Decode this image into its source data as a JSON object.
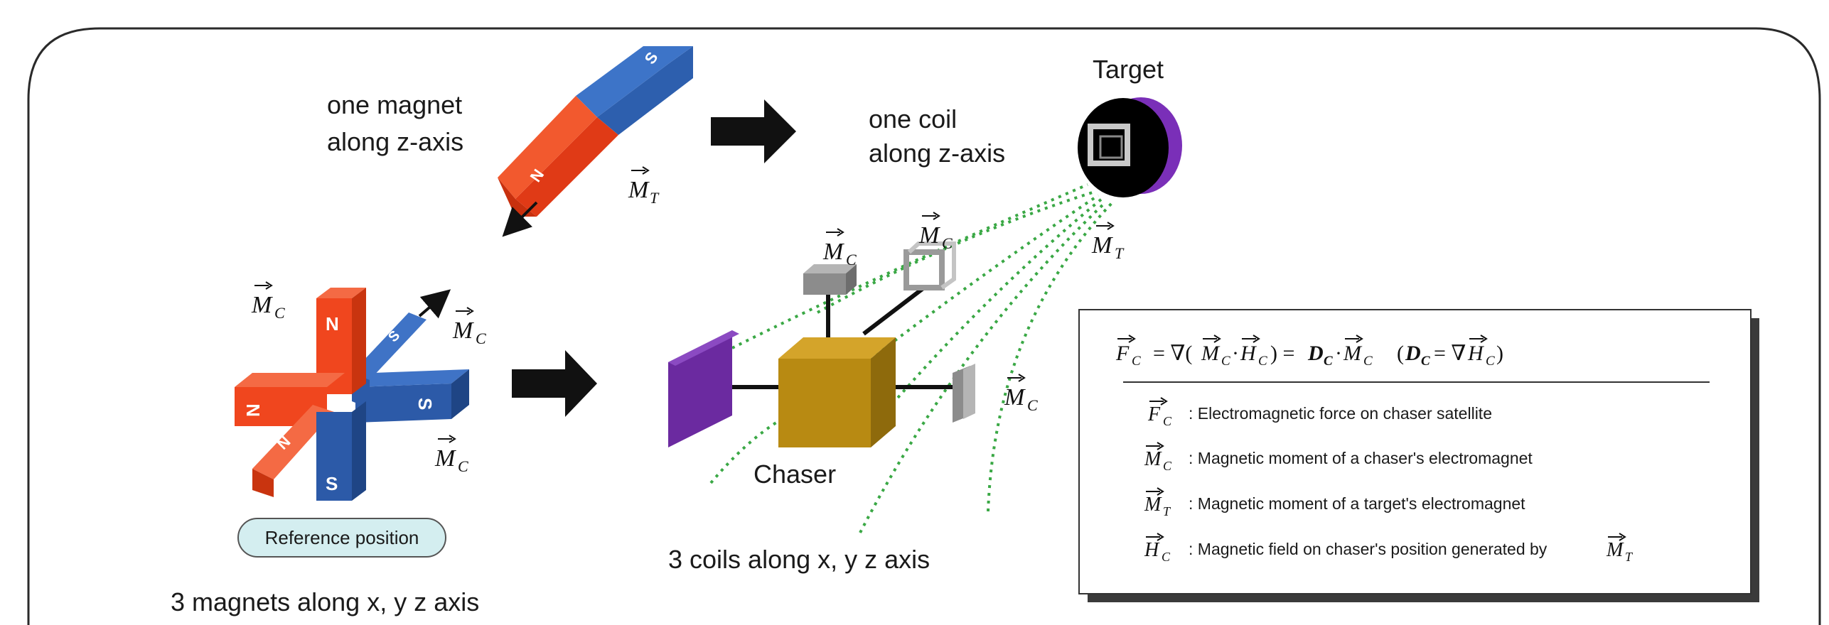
{
  "top": {
    "magnet_label_line1": "one magnet",
    "magnet_label_line2": "along z-axis",
    "coil_label_line1": "one coil",
    "coil_label_line2": "along z-axis",
    "target_label": "Target",
    "mt_symbol": "M",
    "mt_sub": "T",
    "magnet_pole_north": "N",
    "magnet_pole_south": "S"
  },
  "left": {
    "mc_symbol": "M",
    "mc_sub": "C",
    "pole_n": "N",
    "pole_s": "S",
    "reference_label": "Reference position",
    "caption": "3 magnets along x, y z axis"
  },
  "middle": {
    "chaser_label": "Chaser",
    "caption": "3 coils along x, y z axis",
    "mc_symbol": "M",
    "mc_sub": "C",
    "mt_symbol": "M",
    "mt_sub": "T"
  },
  "legend": {
    "equation": "F_C = ∇(M_C·H_C) = D_C·M_C   (D_C = ∇H_C)",
    "items": [
      {
        "symbol": "F",
        "sub": "C",
        "desc": ": Electromagnetic force on chaser satellite"
      },
      {
        "symbol": "M",
        "sub": "C",
        "desc": ": Magnetic moment of a chaser's electromagnet"
      },
      {
        "symbol": "M",
        "sub": "T",
        "desc": ": Magnetic moment of a target's electromagnet"
      },
      {
        "symbol": "H",
        "sub": "C",
        "desc": ": Magnetic field on chaser's position generated by",
        "tail_symbol": "M",
        "tail_sub": "T"
      }
    ]
  },
  "colors": {
    "magnet_red": "#f0461e",
    "magnet_blue": "#2d5fae",
    "chaser_gold": "#b88a12",
    "plate_purple": "#6b2aa0",
    "target_purple": "#7a2fb8",
    "field_line_green": "#3aa845",
    "coil_gray": "#a5a5a5",
    "pill_fill": "#d4eef0"
  },
  "icons": [
    "arrow-right-icon",
    "bar-magnet-icon",
    "cross-magnet-icon",
    "coil-icon",
    "cube-chaser-icon",
    "target-disc-icon"
  ]
}
